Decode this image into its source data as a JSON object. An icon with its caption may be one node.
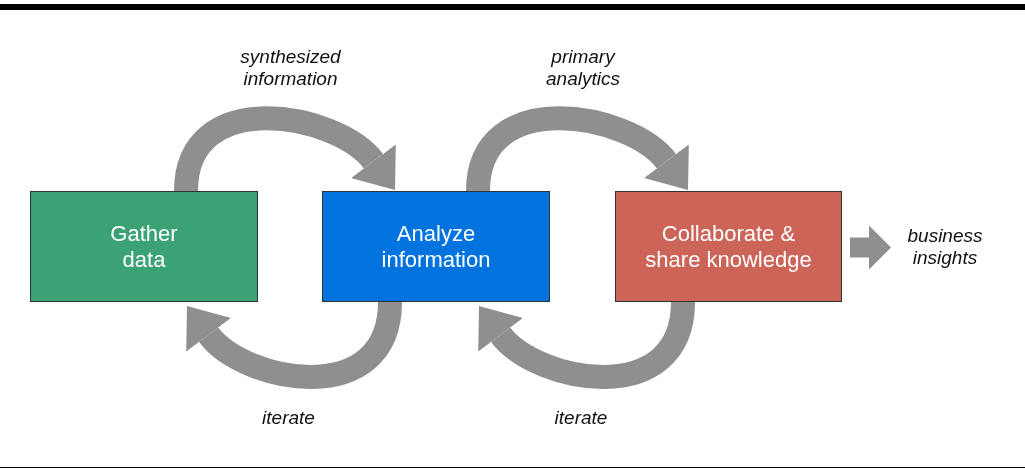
{
  "diagram": {
    "nodes": [
      {
        "text": [
          "Gather data"
        ]
      },
      {
        "text": [
          "Analyze information"
        ]
      },
      {
        "text": [
          "Collaborate & share knowledge"
        ]
      },
      {
        "text": [
          "business insights"
        ]
      }
    ],
    "edges": [
      {
        "from": 0,
        "to": 1,
        "arrow": "to",
        "label": "synthesized information"
      },
      {
        "from": 1,
        "to": 2,
        "arrow": "to",
        "label": "primary analytics"
      },
      {
        "from": 1,
        "to": 0,
        "arrow": "to",
        "label": "iterate"
      },
      {
        "from": 2,
        "to": 1,
        "arrow": "to",
        "label": "iterate"
      },
      {
        "from": 2,
        "to": 3,
        "arrow": "to"
      }
    ]
  }
}
